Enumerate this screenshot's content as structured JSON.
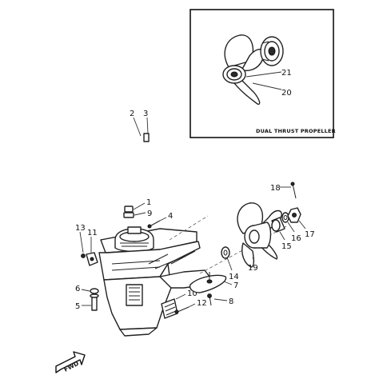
{
  "inset": {
    "caption": "DUAL THRUST PROPELLER",
    "callouts": [
      "21",
      "20"
    ]
  },
  "callouts": [
    "1",
    "2",
    "3",
    "4",
    "5",
    "6",
    "7",
    "8",
    "9",
    "10",
    "11",
    "12",
    "13",
    "14",
    "15",
    "16",
    "17",
    "18",
    "19"
  ],
  "direction": {
    "label": "FWD"
  }
}
